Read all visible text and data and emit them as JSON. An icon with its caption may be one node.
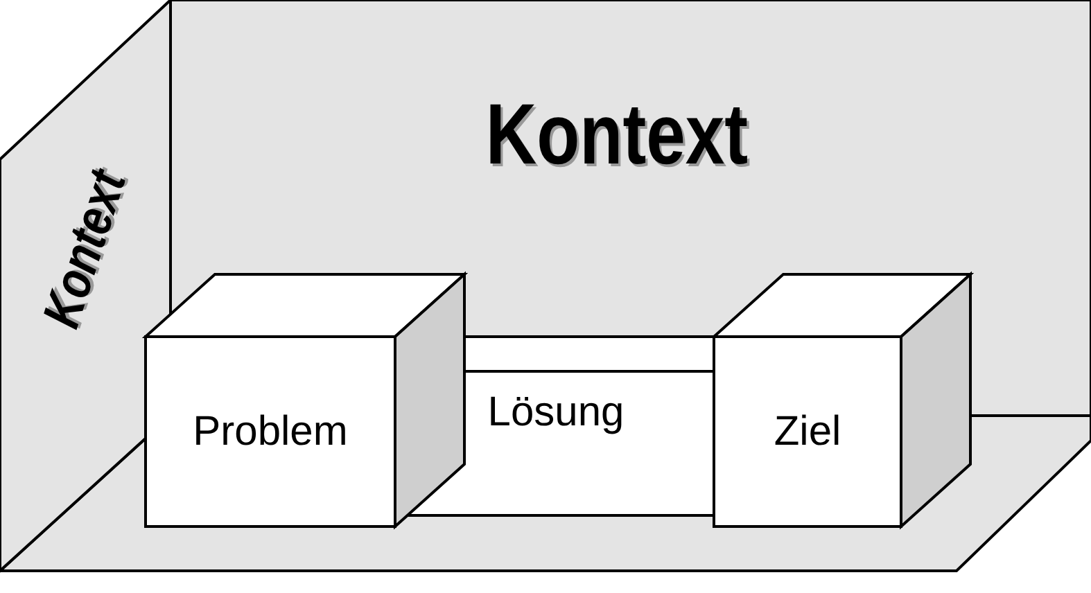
{
  "diagram": {
    "nodes": [
      {
        "text": [
          "Kontext"
        ]
      },
      {
        "text": [
          "Kontext"
        ]
      },
      {
        "text": [
          "Problem"
        ]
      },
      {
        "text": [
          "Lösung"
        ]
      },
      {
        "text": [
          "Ziel"
        ]
      }
    ]
  }
}
